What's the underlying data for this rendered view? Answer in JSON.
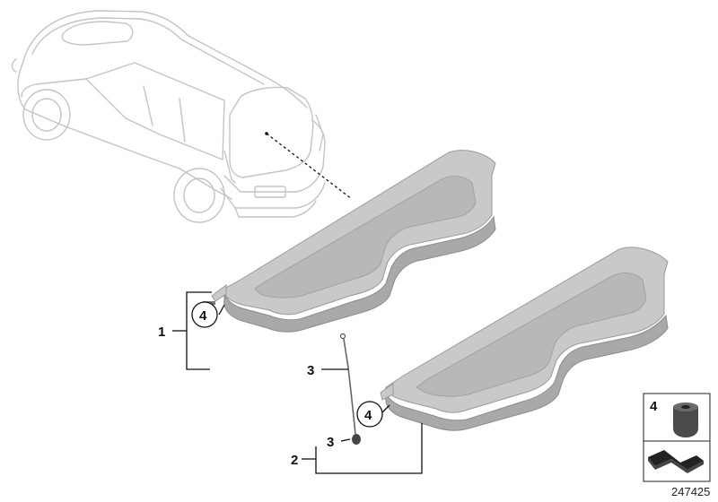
{
  "callouts": {
    "item1": "1",
    "item2": "2",
    "item3_upper": "3",
    "item3_lower": "3",
    "item4_upper": "4",
    "item4_lower": "4"
  },
  "legend": {
    "item4": "4"
  },
  "reference_number": "247425",
  "colors": {
    "car_outline": "#c4c4c4",
    "panel": "#c9c9c9",
    "line": "#111111"
  }
}
